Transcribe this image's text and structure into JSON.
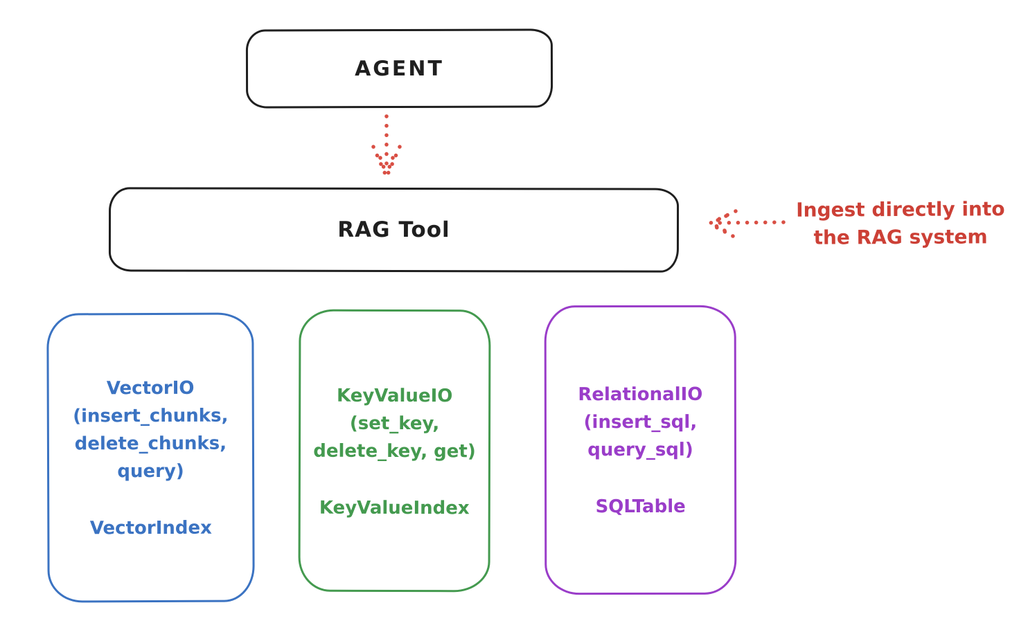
{
  "diagram": {
    "agent": {
      "label": "AGENT"
    },
    "rag_tool": {
      "label": "RAG Tool"
    },
    "annotation": {
      "line1": "Ingest directly into",
      "line2": "the RAG system"
    },
    "backends": [
      {
        "title": "VectorIO",
        "methods": [
          "(insert_chunks,",
          "delete_chunks,",
          "query)"
        ],
        "index": "VectorIndex",
        "color": "#3b73c2"
      },
      {
        "title": "KeyValueIO",
        "methods": [
          "(set_key,",
          "delete_key, get)"
        ],
        "index": "KeyValueIndex",
        "color": "#449a4f"
      },
      {
        "title": "RelationalIO",
        "methods": [
          "(insert_sql,",
          "query_sql)"
        ],
        "index": "SQLTable",
        "color": "#9a3dc9"
      }
    ],
    "colors": {
      "ink": "#1f1f1f",
      "arrow_red": "#d94f44",
      "annotation_red": "#cc4036",
      "background": "#ffffff"
    }
  }
}
